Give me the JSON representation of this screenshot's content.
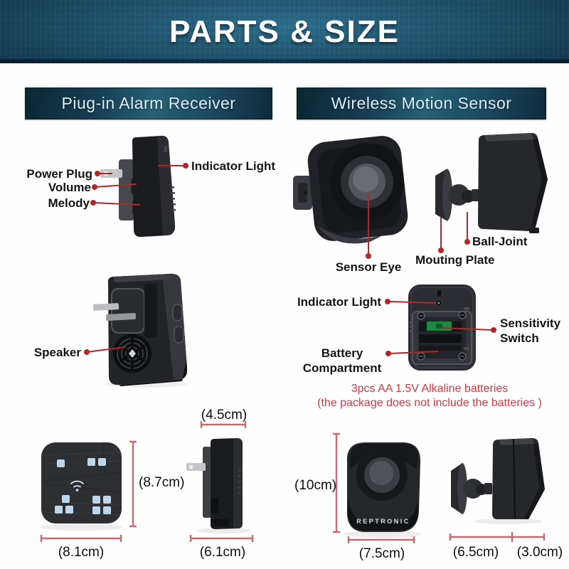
{
  "banner": {
    "title": "PARTS & SIZE"
  },
  "receiver": {
    "header": "Piug-in Alarm Receiver",
    "labels": {
      "power_plug": "Power Plug",
      "volume": "Volume",
      "melody": "Melody",
      "indicator_light": "Indicator Light",
      "speaker": "Speaker"
    },
    "dims": {
      "front_width": "(8.1cm)",
      "front_height": "(8.7cm)",
      "side_width_top": "(4.5cm)",
      "side_width_bottom": "(6.1cm)"
    }
  },
  "sensor": {
    "header": "Wireless Motion Sensor",
    "labels": {
      "sensor_eye": "Sensor Eye",
      "ball_joint": "Ball-Joint",
      "mounting_plate": "Mouting Plate",
      "indicator_light": "Indicator Light",
      "sensitivity_switch": [
        "Sensitivity",
        "Switch"
      ],
      "battery_compartment": [
        "Battery",
        "Compartment"
      ]
    },
    "battery_note": [
      "3pcs AA 1.5V Alkaline batteries",
      "(the package does not include the batteries )"
    ],
    "brand": "REPTRONIC",
    "dims": {
      "front_height": "(10cm)",
      "front_width": "(7.5cm)",
      "side_width_left": "(6.5cm)",
      "side_width_right": "(3.0cm)"
    }
  },
  "colors": {
    "accent_red": "#b2252b",
    "measure_red": "#c9696d",
    "note_red": "#cd3a44",
    "banner_teal": "#1e5069"
  }
}
